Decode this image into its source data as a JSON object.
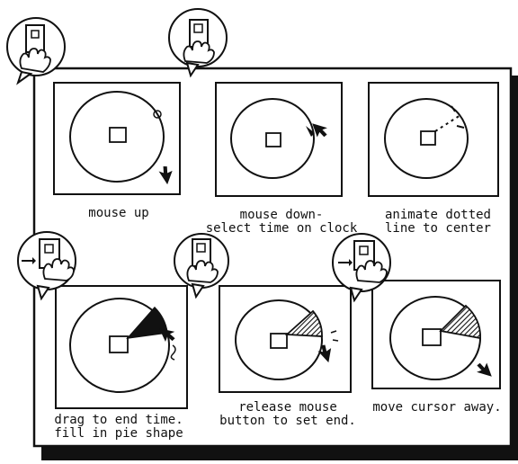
{
  "colors": {
    "ink": "#111111",
    "paper": "#ffffff",
    "hatch": "#1a1a1a"
  },
  "steps": [
    {
      "id": "mouse-up",
      "caption_lines": [
        "mouse up"
      ],
      "hand_icon": "hand-pressing-mouse-icon",
      "state": "cursor outside clock, small circle on rim"
    },
    {
      "id": "mouse-down",
      "caption_lines": [
        "mouse down-",
        "select time on clock"
      ],
      "hand_icon": "hand-clicking-mouse-icon",
      "state": "cursor clicks clock rim"
    },
    {
      "id": "animate-line",
      "caption_lines": [
        "animate dotted",
        "line to center"
      ],
      "hand_icon": "",
      "state": "dotted line from rim to center"
    },
    {
      "id": "drag-end",
      "caption_lines": [
        "drag to end time.",
        "fill in pie shape"
      ],
      "hand_icon": "hand-dragging-mouse-icon",
      "state": "filled pie wedge follows cursor"
    },
    {
      "id": "release",
      "caption_lines": [
        "release mouse",
        "button to set end."
      ],
      "hand_icon": "hand-releasing-mouse-icon",
      "state": "hatched wedge, cursor at rim"
    },
    {
      "id": "move-away",
      "caption_lines": [
        "move cursor away."
      ],
      "hand_icon": "hand-moving-mouse-icon",
      "state": "hatched wedge, cursor below"
    }
  ]
}
